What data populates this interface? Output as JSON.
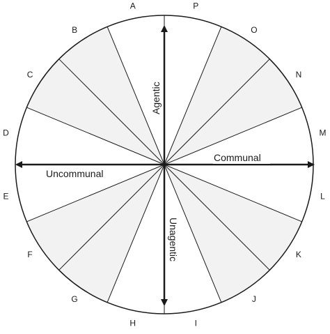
{
  "diagram": {
    "octant_labels": [
      "A",
      "B",
      "C",
      "D",
      "E",
      "F",
      "G",
      "H",
      "I",
      "J",
      "K",
      "L",
      "M",
      "N",
      "O",
      "P"
    ],
    "axis_labels": {
      "up": "Agentic",
      "right": "Communal",
      "left": "Uncommunal",
      "down": "Unagentic"
    },
    "colors": {
      "shaded": "#f2f2f2",
      "plain": "#ffffff",
      "line": "#1a1a1a"
    }
  }
}
